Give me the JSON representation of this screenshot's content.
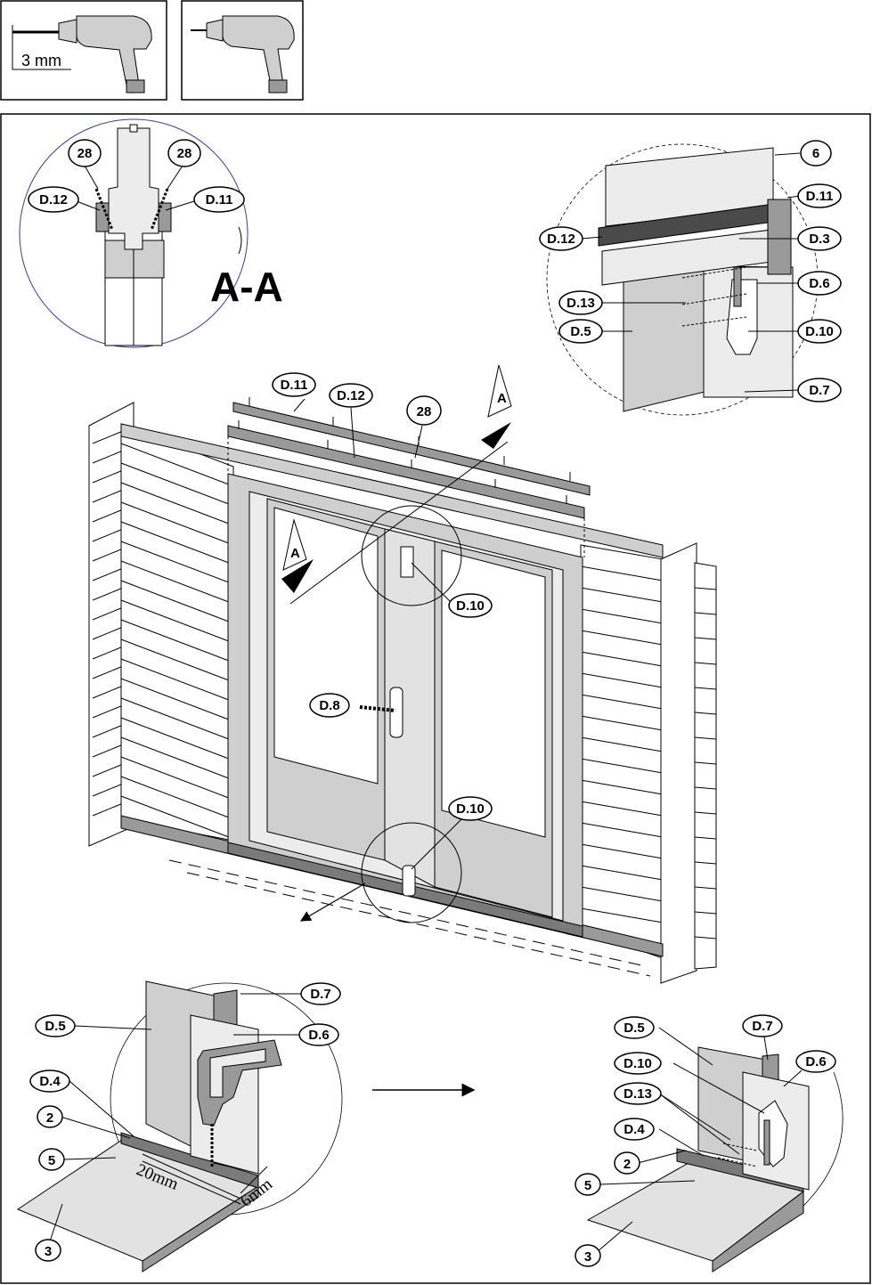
{
  "drill_panel": {
    "measurement": "3 mm"
  },
  "section_title": "A-A",
  "section_arrow_label": "A",
  "labels": {
    "n28": "28",
    "d3": "D.3",
    "d4": "D.4",
    "d5": "D.5",
    "d6": "D.6",
    "d7": "D.7",
    "d8": "D.8",
    "d10": "D.10",
    "d11": "D.11",
    "d12": "D.12",
    "d13": "D.13",
    "n2": "2",
    "n3": "3",
    "n5": "5",
    "n6": "6"
  },
  "dimensions": {
    "distance": "20mm",
    "offset": "6mm"
  }
}
